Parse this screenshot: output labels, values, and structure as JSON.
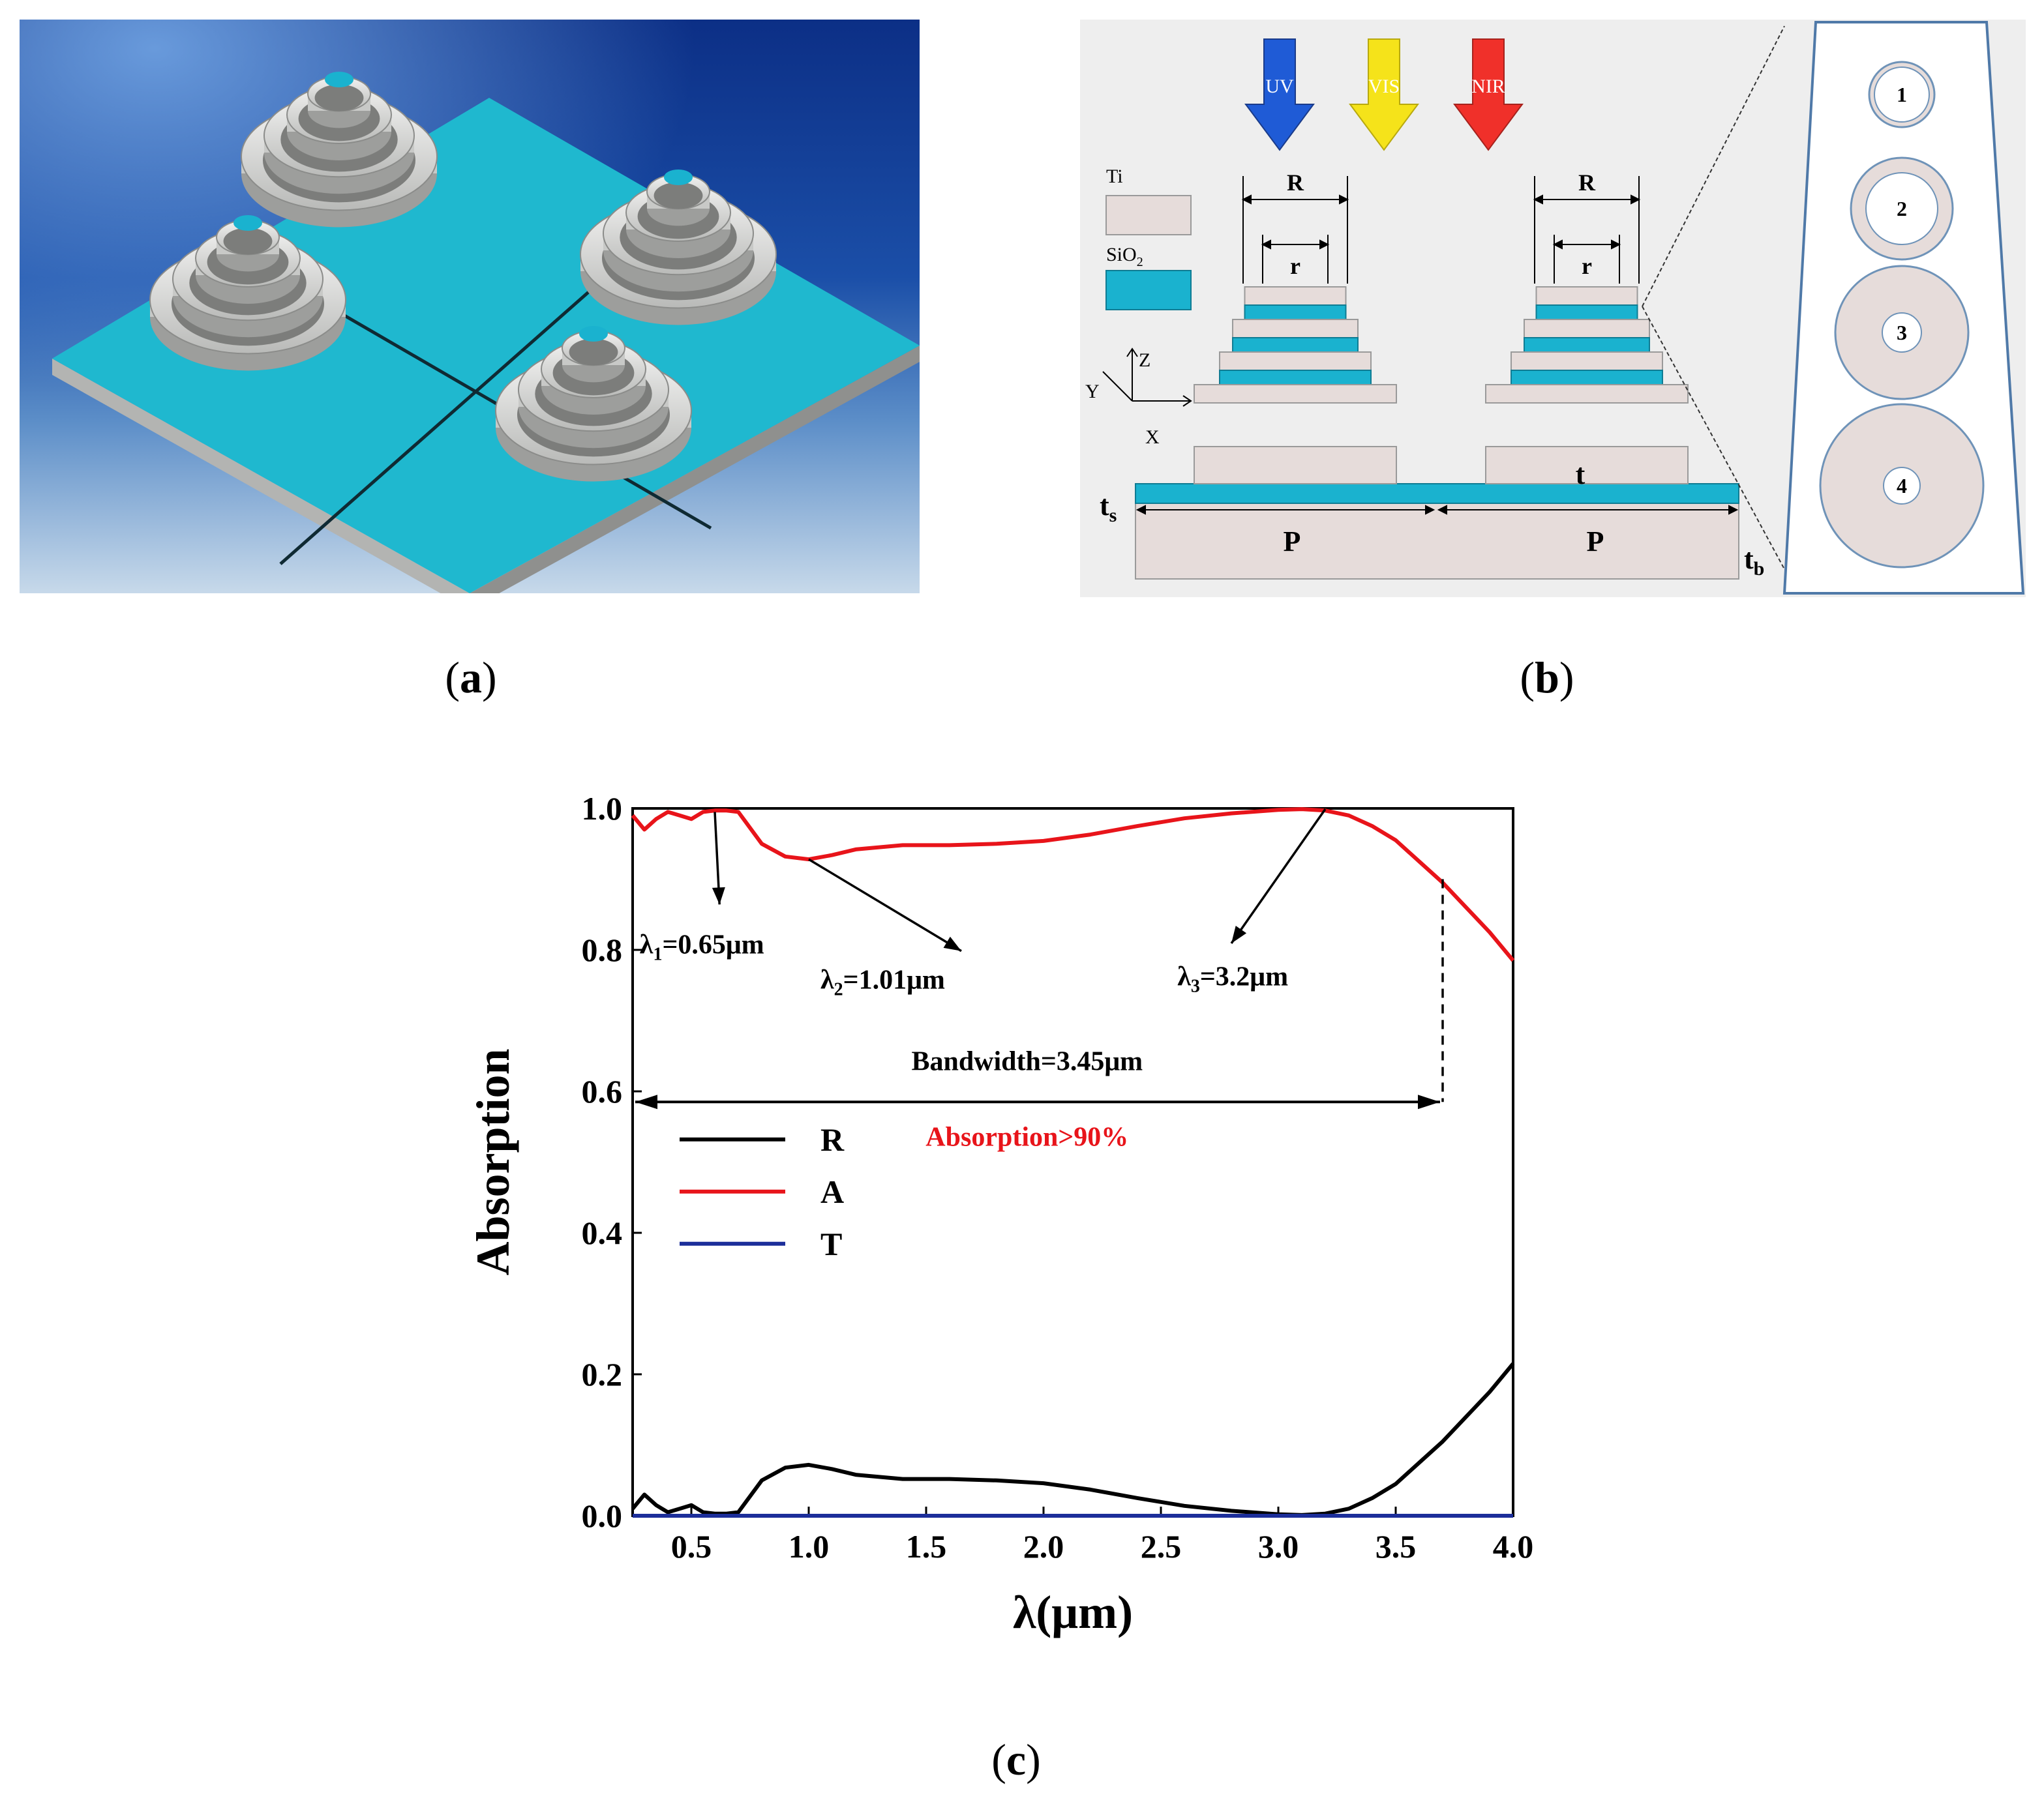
{
  "captions": {
    "a_letter": "a",
    "b_letter": "b",
    "c_letter": "c"
  },
  "diagram_b": {
    "incident_labels": [
      "UV",
      "VIS",
      "NIR"
    ],
    "incident_colors": [
      "#1f5bd6",
      "#f5e31a",
      "#f0302a"
    ],
    "legend": {
      "ti_label": "Ti",
      "sio2_label": "SiO",
      "sio2_sub": "2"
    },
    "dimension_labels": {
      "outer_radius": "R",
      "inner_radius": "r",
      "thickness": "t",
      "period": "P",
      "spacer_letter": "t",
      "spacer_sub": "s",
      "base_letter": "t",
      "base_sub": "b"
    },
    "axes": {
      "x": "X",
      "y": "Y",
      "z": "Z"
    },
    "ring_numbers": [
      "1",
      "2",
      "3",
      "4"
    ],
    "colors": {
      "ti": "#e6dcda",
      "sio2": "#1ab2cf"
    }
  },
  "chart_data": {
    "type": "line",
    "xlabel": "λ(μm)",
    "ylabel": "Absorption",
    "xlim": [
      0.25,
      4.0
    ],
    "ylim": [
      0.0,
      1.0
    ],
    "xticks": [
      "0.5",
      "1.0",
      "1.5",
      "2.0",
      "2.5",
      "3.0",
      "3.5",
      "4.0"
    ],
    "xtick_values": [
      0.5,
      1.0,
      1.5,
      2.0,
      2.5,
      3.0,
      3.5,
      4.0
    ],
    "yticks": [
      "0.0",
      "0.2",
      "0.4",
      "0.6",
      "0.8",
      "1.0"
    ],
    "ytick_values": [
      0.0,
      0.2,
      0.4,
      0.6,
      0.8,
      1.0
    ],
    "series": [
      {
        "name": "R",
        "color": "#000000",
        "x": [
          0.25,
          0.3,
          0.35,
          0.4,
          0.45,
          0.5,
          0.55,
          0.6,
          0.65,
          0.7,
          0.8,
          0.9,
          1.0,
          1.1,
          1.2,
          1.4,
          1.6,
          1.8,
          2.0,
          2.2,
          2.4,
          2.6,
          2.8,
          3.0,
          3.1,
          3.2,
          3.3,
          3.4,
          3.5,
          3.6,
          3.7,
          3.8,
          3.9,
          4.0
        ],
        "y": [
          0.01,
          0.03,
          0.015,
          0.005,
          0.01,
          0.015,
          0.005,
          0.003,
          0.003,
          0.005,
          0.05,
          0.068,
          0.072,
          0.066,
          0.058,
          0.052,
          0.052,
          0.05,
          0.046,
          0.037,
          0.025,
          0.014,
          0.007,
          0.002,
          0.001,
          0.003,
          0.01,
          0.025,
          0.045,
          0.075,
          0.105,
          0.14,
          0.175,
          0.215
        ]
      },
      {
        "name": "A",
        "color": "#e8141a",
        "x": [
          0.25,
          0.3,
          0.35,
          0.4,
          0.45,
          0.5,
          0.55,
          0.6,
          0.65,
          0.7,
          0.8,
          0.9,
          1.0,
          1.1,
          1.2,
          1.4,
          1.6,
          1.8,
          2.0,
          2.2,
          2.4,
          2.6,
          2.8,
          3.0,
          3.1,
          3.2,
          3.3,
          3.4,
          3.5,
          3.6,
          3.7,
          3.8,
          3.9,
          4.0
        ],
        "y": [
          0.99,
          0.97,
          0.985,
          0.995,
          0.99,
          0.985,
          0.995,
          0.997,
          0.997,
          0.995,
          0.95,
          0.932,
          0.928,
          0.934,
          0.942,
          0.948,
          0.948,
          0.95,
          0.954,
          0.963,
          0.975,
          0.986,
          0.993,
          0.998,
          0.999,
          0.997,
          0.99,
          0.975,
          0.955,
          0.925,
          0.895,
          0.86,
          0.825,
          0.785
        ]
      },
      {
        "name": "T",
        "color": "#1c2e9a",
        "x": [
          0.25,
          4.0
        ],
        "y": [
          0.0,
          0.0
        ]
      }
    ],
    "annotations": {
      "lambda1": {
        "symbol": "λ",
        "sub": "1",
        "value": "=0.65μm"
      },
      "lambda2": {
        "symbol": "λ",
        "sub": "2",
        "value": "=1.01μm"
      },
      "lambda3": {
        "symbol": "λ",
        "sub": "3",
        "value": "=3.2μm"
      },
      "bandwidth": "Bandwidth=3.45μm",
      "threshold": "Absorption>90%"
    },
    "annotation_points": {
      "lambda1_point": [
        0.6,
        0.995
      ],
      "lambda1_text_anchor": [
        0.62,
        0.855
      ],
      "lambda2_point": [
        1.0,
        0.928
      ],
      "lambda2_text_anchor": [
        1.65,
        0.78
      ],
      "lambda3_point": [
        3.2,
        0.999
      ],
      "lambda3_text_anchor": [
        2.8,
        0.8
      ],
      "bandwidth_span": [
        0.25,
        3.7
      ],
      "bandwidth_y": 0.585,
      "cutoff_x": 3.7,
      "cutoff_y": 0.9
    }
  }
}
